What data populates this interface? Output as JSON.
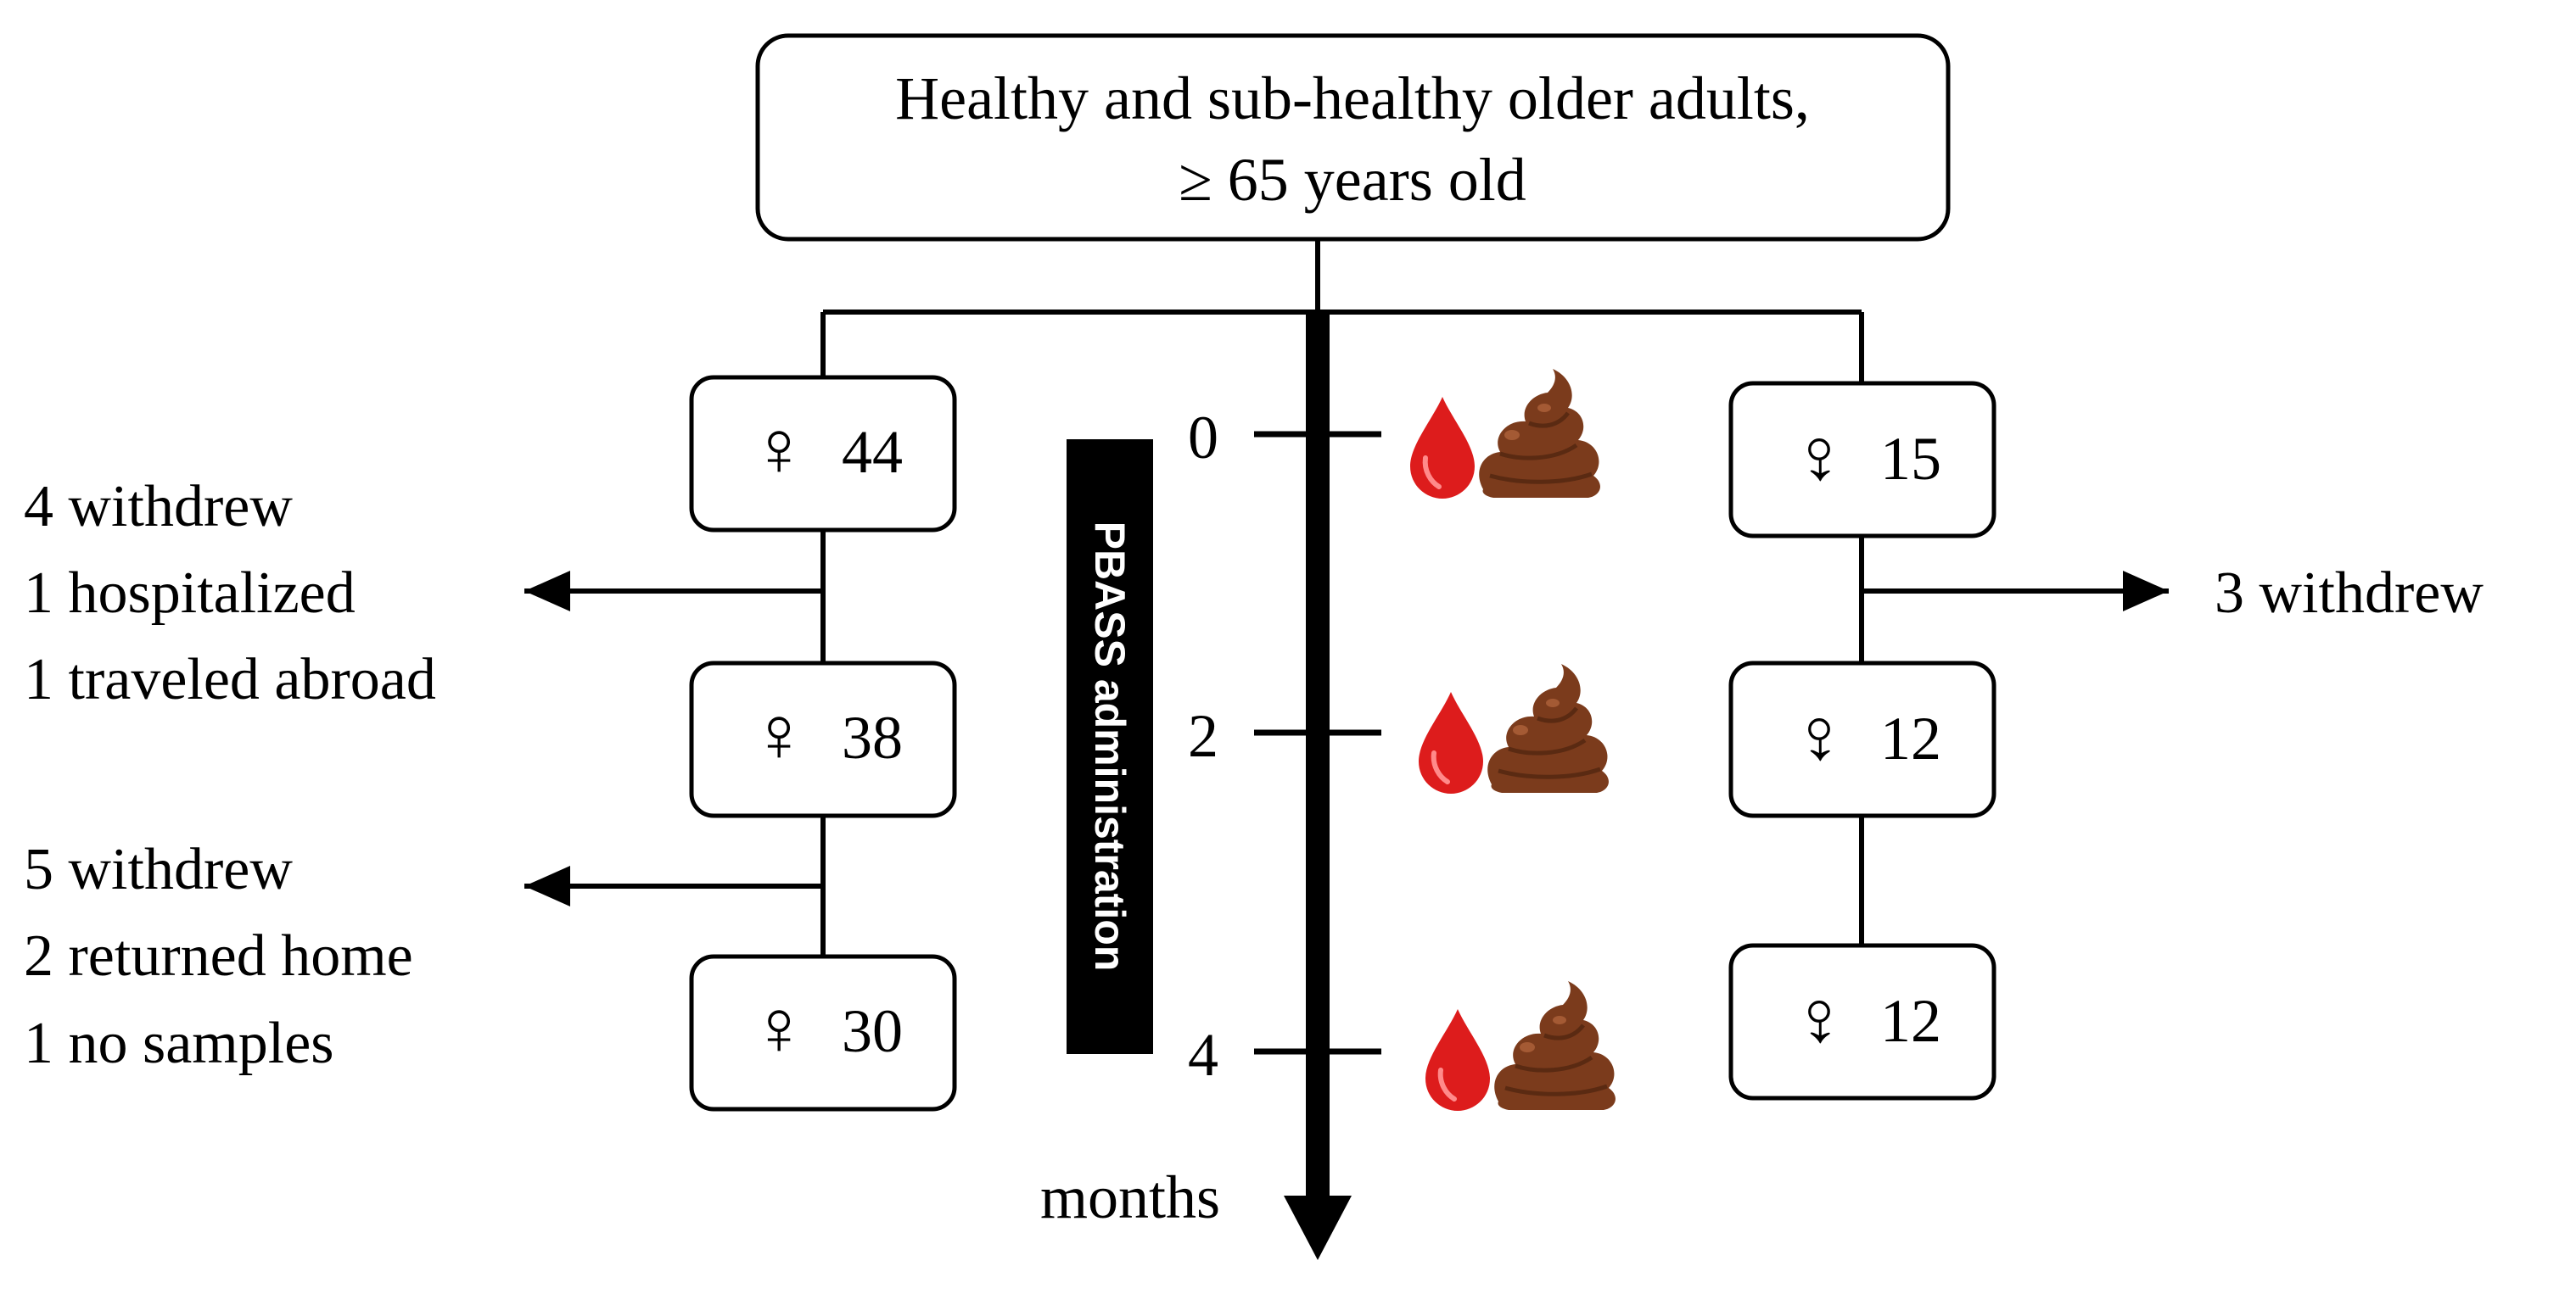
{
  "top_box": {
    "line1": "Healthy and sub-healthy older adults,",
    "line2": "≥ 65 years old"
  },
  "timeline": {
    "label": "PBASS administration",
    "unit": "months",
    "ticks": [
      "0",
      "2",
      "4"
    ]
  },
  "female": {
    "symbol": "♀",
    "counts": [
      "44",
      "38",
      "30"
    ],
    "dropouts": [
      {
        "lines": [
          "4 withdrew",
          "1 hospitalized",
          "1 traveled abroad"
        ]
      },
      {
        "lines": [
          "5 withdrew",
          "2 returned home",
          "1 no samples"
        ]
      }
    ]
  },
  "male": {
    "symbol": "♂",
    "counts": [
      "15",
      "12",
      "12"
    ],
    "dropouts": [
      {
        "lines": [
          "3 withdrew"
        ]
      }
    ]
  },
  "icons": {
    "blood": "blood-drop-icon",
    "stool": "stool-icon",
    "blood_color": "#dd1c1c",
    "stool_color": "#7b3b1c"
  }
}
